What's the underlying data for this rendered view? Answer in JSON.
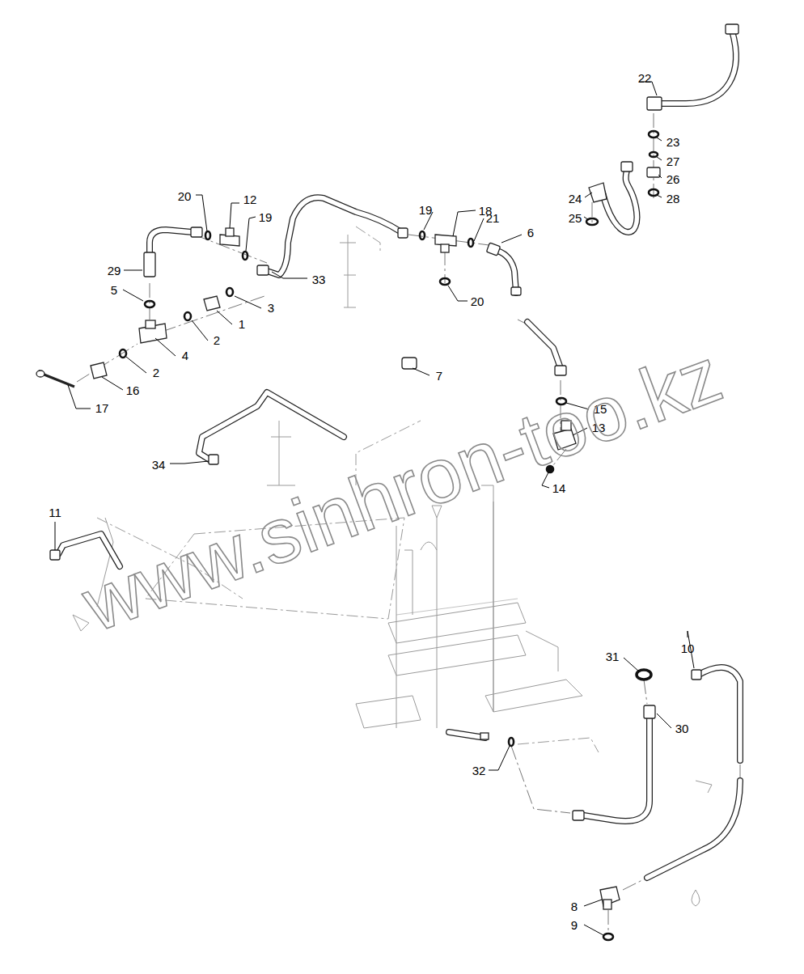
{
  "diagram": {
    "labels": [
      "22",
      "23",
      "27",
      "26",
      "28",
      "20",
      "12",
      "19",
      "24",
      "25",
      "19",
      "18",
      "21",
      "6",
      "29",
      "5",
      "33",
      "20",
      "3",
      "1",
      "2",
      "4",
      "2",
      "16",
      "7",
      "17",
      "15",
      "13",
      "34",
      "14",
      "11",
      "31",
      "10",
      "30",
      "32",
      "8",
      "9",
      "www.sinhron-too.kz"
    ]
  }
}
